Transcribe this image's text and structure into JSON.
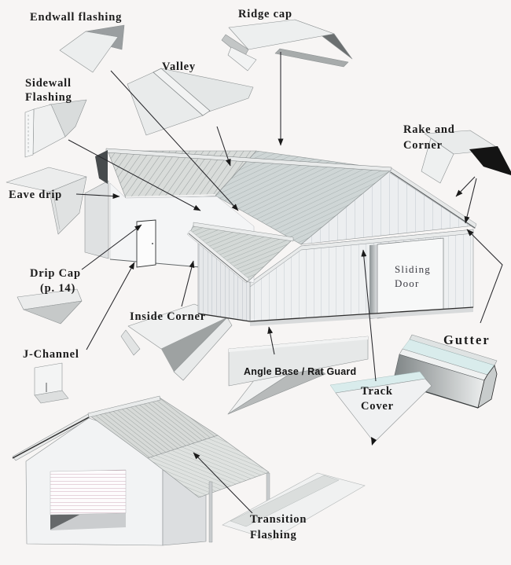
{
  "diagram": {
    "subject": "Metal building / pole barn trim components diagram",
    "labels": {
      "endwall_flashing": "Endwall flashing",
      "ridge_cap": "Ridge cap",
      "valley": "Valley",
      "sidewall_flashing_line1": "Sidewall",
      "sidewall_flashing_line2": "Flashing",
      "rake_and_corner_line1": "Rake and",
      "rake_and_corner_line2": "Corner",
      "eave_drip": "Eave drip",
      "drip_cap_line1": "Drip  Cap",
      "drip_cap_line2": "(p.  14)",
      "sliding_door_line1": "Sliding",
      "sliding_door_line2": "Door",
      "inside_corner": "Inside Corner",
      "j_channel": "J-Channel",
      "angle_base_rat_guard": "Angle Base / Rat Guard",
      "gutter": "Gutter",
      "track_cover_line1": "Track",
      "track_cover_line2": "Cover",
      "transition_flashing_line1": "Transition",
      "transition_flashing_line2": "Flashing"
    },
    "colors": {
      "background": "#f7f5f4",
      "roof_gray": "#d3d8d6",
      "wall_gray": "#eef0f1",
      "accent_blue": "#d9ecec",
      "trim_dark": "#474b4d",
      "trim_black": "#141414",
      "garage_stripe_pink": "#c9a3b3",
      "label_text": "#1b1b1b"
    }
  }
}
